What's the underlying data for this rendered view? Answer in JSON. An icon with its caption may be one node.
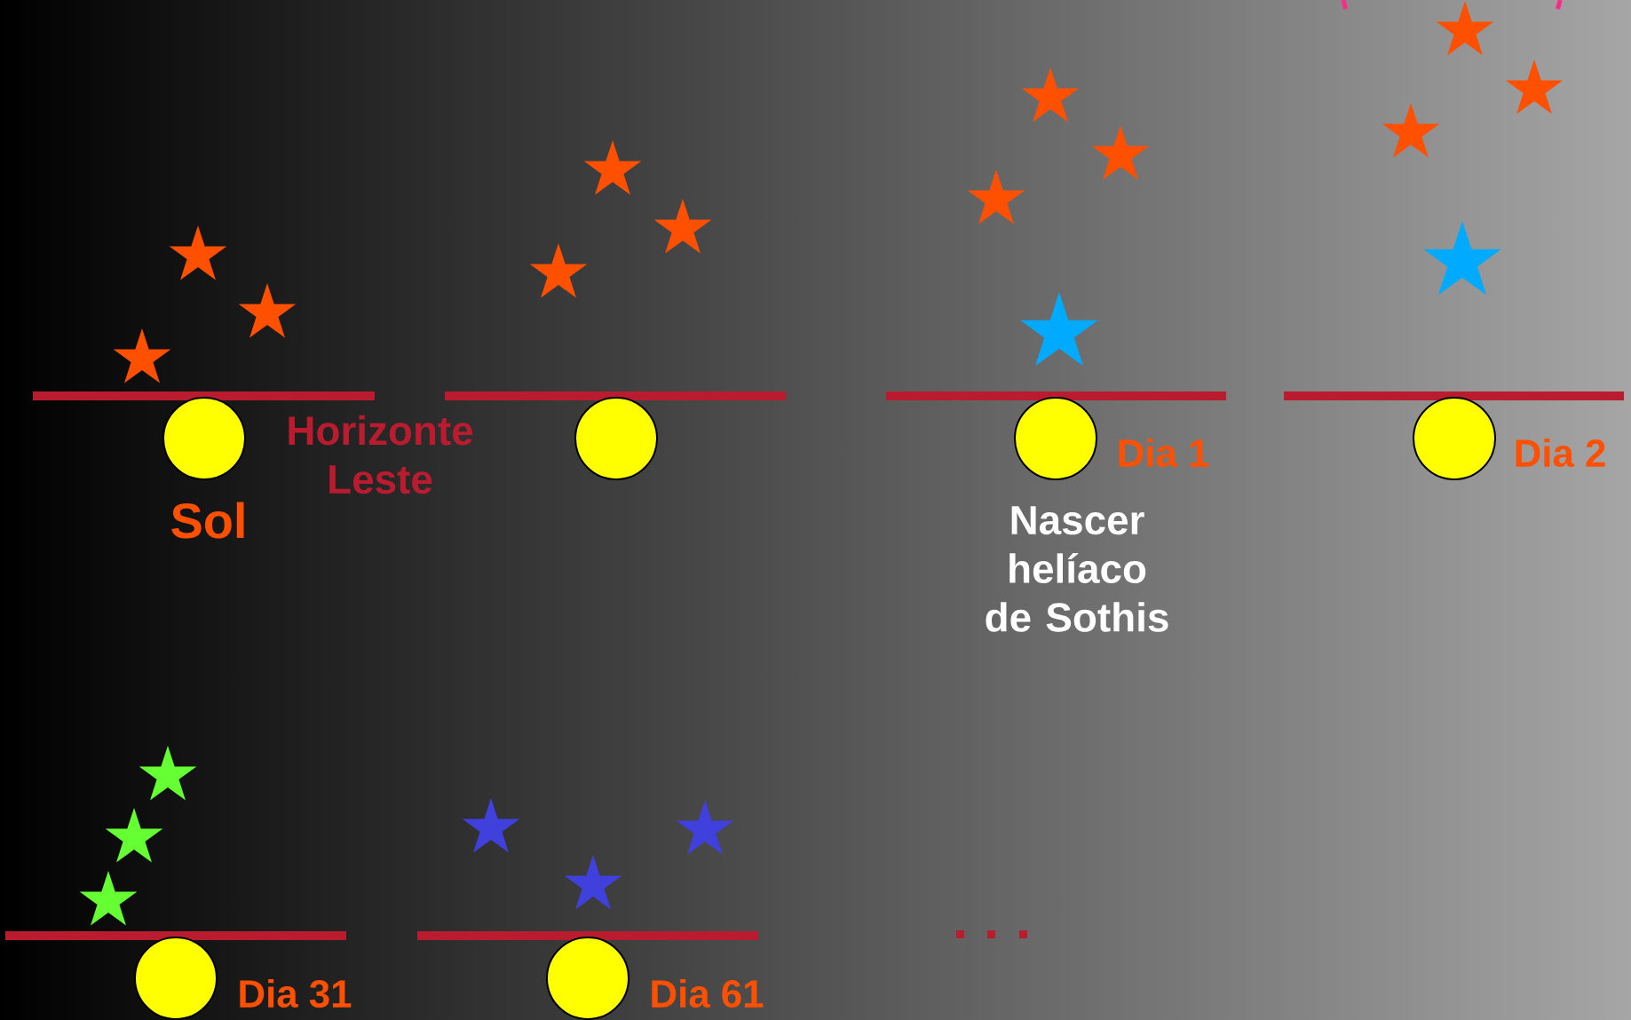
{
  "diagram": {
    "labels": [
      "Horizonte Leste",
      "Sol",
      "Dia 1",
      "Nascer helíaco de Sothis",
      "Dia 2",
      "Dia 31",
      "Dia 61"
    ]
  }
}
